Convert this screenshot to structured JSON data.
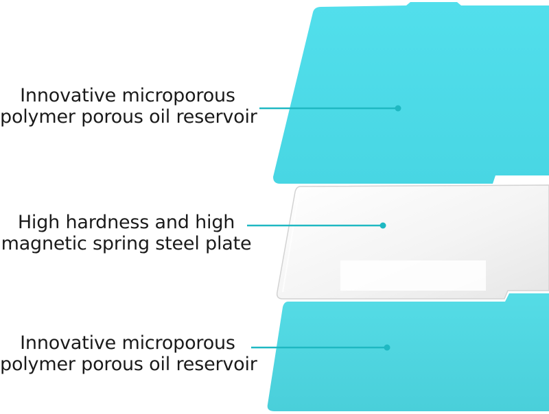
{
  "layers": [
    {
      "material": "polymer",
      "color": "#4ddbe8",
      "label_lines": [
        "Innovative microporous",
        "polymer porous oil reservoir"
      ]
    },
    {
      "material": "steel",
      "color": "#f2f2f2",
      "label_lines": [
        "High hardness and high",
        "magnetic spring steel plate"
      ]
    },
    {
      "material": "polymer",
      "color": "#4ed4df",
      "label_lines": [
        "Innovative microporous",
        "polymer porous oil reservoir"
      ]
    }
  ],
  "colors": {
    "leader_line": "#1fb8c2",
    "text": "#1a1a1a",
    "background": "#ffffff"
  }
}
